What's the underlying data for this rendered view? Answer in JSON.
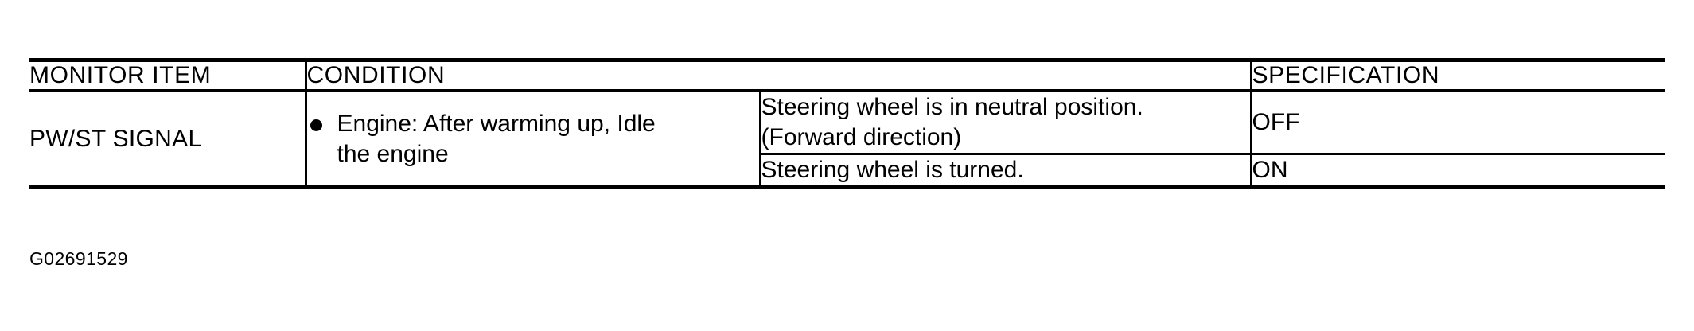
{
  "document": {
    "caption": "G02691529"
  },
  "table": {
    "headers": {
      "monitor_item": "MONITOR ITEM",
      "condition": "CONDITION",
      "specification": "SPECIFICATION"
    },
    "monitor_item": "PW/ST SIGNAL",
    "engine_condition": {
      "bullet": "●",
      "line1": "Engine: After warming up, Idle",
      "line2": "the engine"
    },
    "rows": [
      {
        "condition_line1": "Steering wheel is in neutral position.",
        "condition_line2": "(Forward direction)",
        "specification": "OFF"
      },
      {
        "condition_line1": "Steering wheel is turned.",
        "condition_line2": "",
        "specification": "ON"
      }
    ]
  },
  "colors": {
    "ink": "#000000",
    "paper": "#ffffff"
  }
}
